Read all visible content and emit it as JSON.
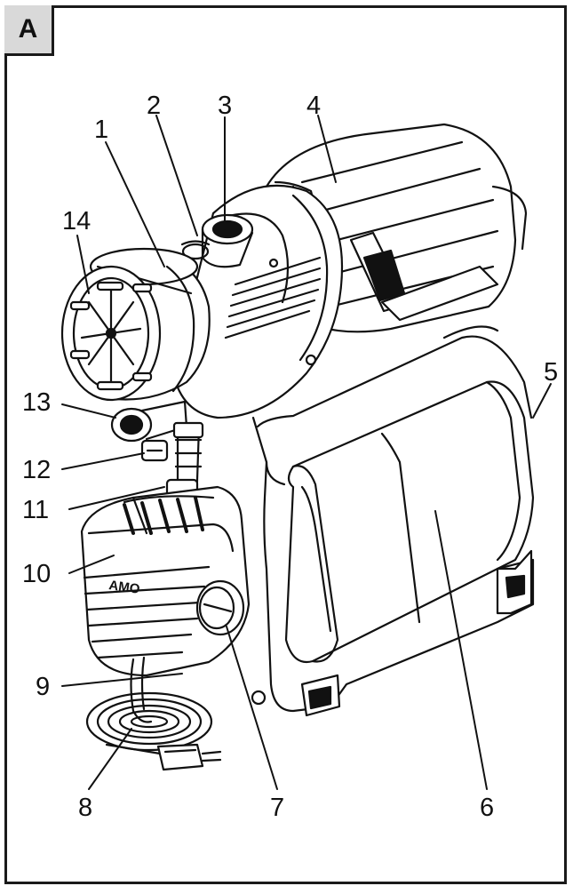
{
  "panel_label": "A",
  "callouts": [
    {
      "id": "1",
      "label": "1"
    },
    {
      "id": "2",
      "label": "2"
    },
    {
      "id": "3",
      "label": "3"
    },
    {
      "id": "4",
      "label": "4"
    },
    {
      "id": "5",
      "label": "5"
    },
    {
      "id": "6",
      "label": "6"
    },
    {
      "id": "7",
      "label": "7"
    },
    {
      "id": "8",
      "label": "8"
    },
    {
      "id": "9",
      "label": "9"
    },
    {
      "id": "10",
      "label": "10"
    },
    {
      "id": "11",
      "label": "11"
    },
    {
      "id": "12",
      "label": "12"
    },
    {
      "id": "13",
      "label": "13"
    },
    {
      "id": "14",
      "label": "14"
    }
  ],
  "brand_mark": "AMO",
  "colors": {
    "ink": "#111111",
    "badge": "#d9d9d9",
    "paper": "#ffffff"
  }
}
